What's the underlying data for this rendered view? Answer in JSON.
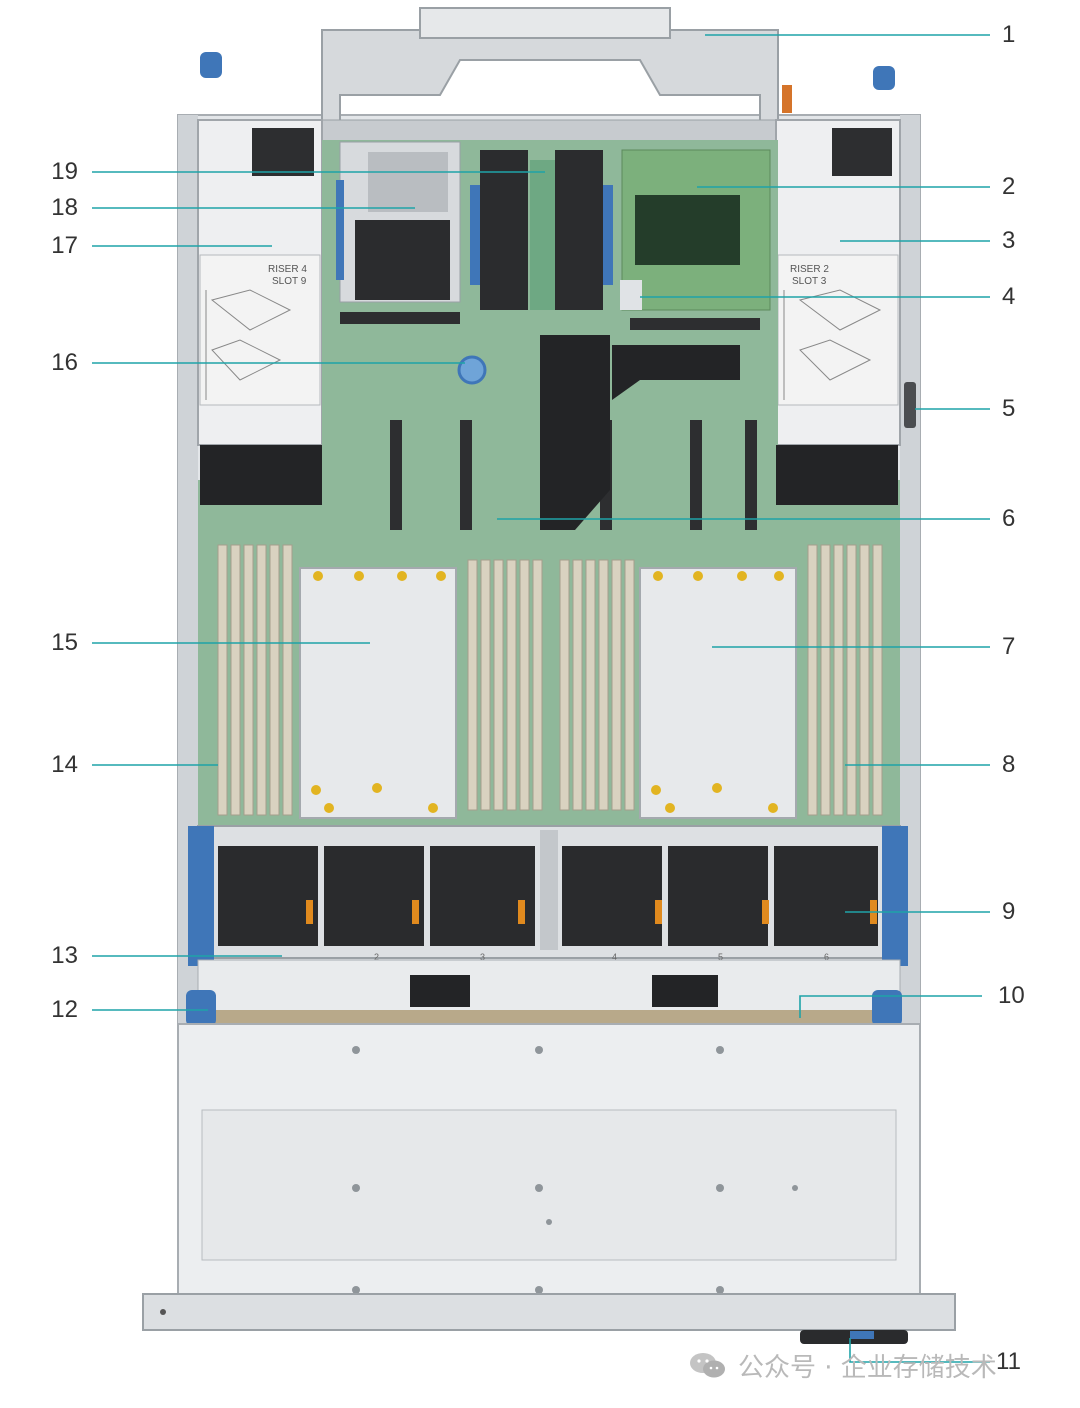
{
  "diagram": {
    "callouts": [
      {
        "id": "1",
        "side": "right"
      },
      {
        "id": "2",
        "side": "right"
      },
      {
        "id": "3",
        "side": "right"
      },
      {
        "id": "4",
        "side": "right"
      },
      {
        "id": "5",
        "side": "right"
      },
      {
        "id": "6",
        "side": "right"
      },
      {
        "id": "7",
        "side": "right"
      },
      {
        "id": "8",
        "side": "right"
      },
      {
        "id": "9",
        "side": "right"
      },
      {
        "id": "10",
        "side": "right"
      },
      {
        "id": "11",
        "side": "right"
      },
      {
        "id": "12",
        "side": "left"
      },
      {
        "id": "13",
        "side": "left"
      },
      {
        "id": "14",
        "side": "left"
      },
      {
        "id": "15",
        "side": "left"
      },
      {
        "id": "16",
        "side": "left"
      },
      {
        "id": "17",
        "side": "left"
      },
      {
        "id": "18",
        "side": "left"
      },
      {
        "id": "19",
        "side": "left"
      }
    ],
    "riser_labels": {
      "left": {
        "line1": "RISER 4",
        "line2": "SLOT 9"
      },
      "right": {
        "line1": "RISER 2",
        "line2": "SLOT 3"
      }
    },
    "fan_labels": [
      "2",
      "3",
      "4",
      "5",
      "6"
    ],
    "colors": {
      "chassis": "#dcdfe2",
      "pcb": "#8fb89a",
      "blue_tab": "#3f76b8",
      "leader_line": "#1fa3a8",
      "callout_text": "#333333",
      "fan": "#2a2b2d",
      "orange_latch": "#e08a1e"
    }
  },
  "watermark": {
    "text": "公众号 · 企业存储技术",
    "icon": "wechat-icon"
  }
}
